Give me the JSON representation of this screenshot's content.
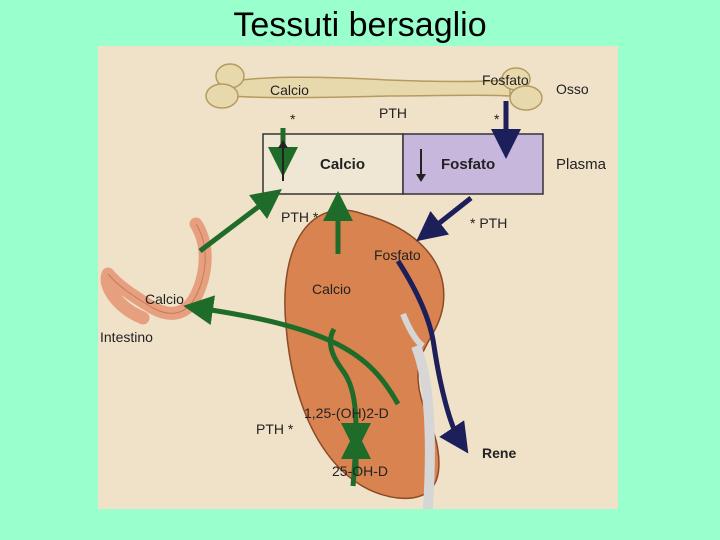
{
  "slide": {
    "title": "Tessuti bersaglio"
  },
  "diagram": {
    "labels": {
      "calcio_bone": "Calcio",
      "fosfato_bone": "Fosfato",
      "osso": "Osso",
      "asterisk_left": "*",
      "asterisk_right": "*",
      "pth_top": "PTH",
      "calcio_plasma": "Calcio",
      "fosfato_plasma": "Fosfato",
      "plasma": "Plasma",
      "pth_left": "PTH *",
      "pth_right": "* PTH",
      "fosfato_kidney": "Fosfato",
      "calcio_kidney": "Calcio",
      "calcio_intestine": "Calcio",
      "intestino": "Intestino",
      "vitamin_d_active": "1,25-(OH)2-D",
      "pth_bottom": "PTH *",
      "vitamin_d_precursor": "25-OH-D",
      "rene": "Rene"
    },
    "colors": {
      "calcium_arrow": "#1f6b2a",
      "phosphate_arrow": "#1c1f5a",
      "plasma_calcium_box": "#efe6d4",
      "plasma_phosphate_box": "#c8b7dd",
      "kidney": "#d98350",
      "intestine": "#e7a07f",
      "bone": "#e8d9ad"
    }
  }
}
